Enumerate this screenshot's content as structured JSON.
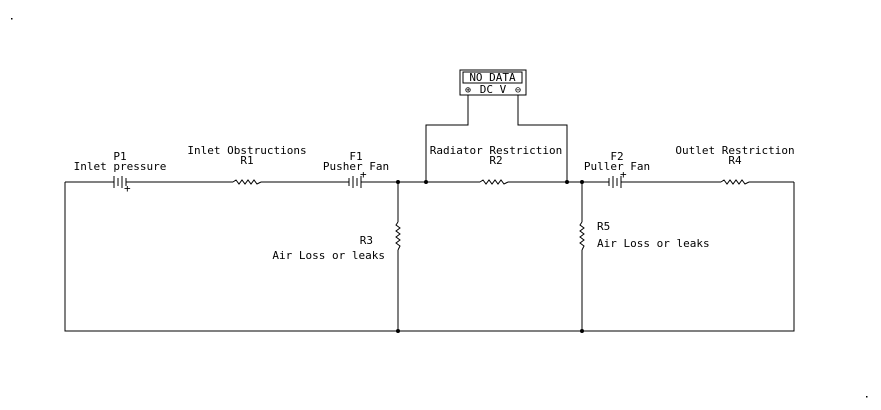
{
  "diagram": {
    "components": {
      "p1": {
        "designator": "P1",
        "label": "Inlet pressure",
        "plus": "+"
      },
      "r1": {
        "designator": "R1",
        "label": "Inlet Obstructions"
      },
      "f1": {
        "designator": "F1",
        "label": "Pusher Fan",
        "plus": "+"
      },
      "r2": {
        "designator": "R2",
        "label": "Radiator Restriction"
      },
      "f2": {
        "designator": "F2",
        "label": "Puller Fan",
        "plus": "+"
      },
      "r4": {
        "designator": "R4",
        "label": "Outlet Restriction"
      },
      "r3": {
        "designator": "R3",
        "label": "Air Loss or leaks"
      },
      "r5": {
        "designator": "R5",
        "label": "Air Loss or leaks"
      }
    },
    "meter": {
      "reading": "NO DATA",
      "plus_symbol": "⊕",
      "mode": "DC V",
      "minus_symbol": "⊖"
    }
  }
}
